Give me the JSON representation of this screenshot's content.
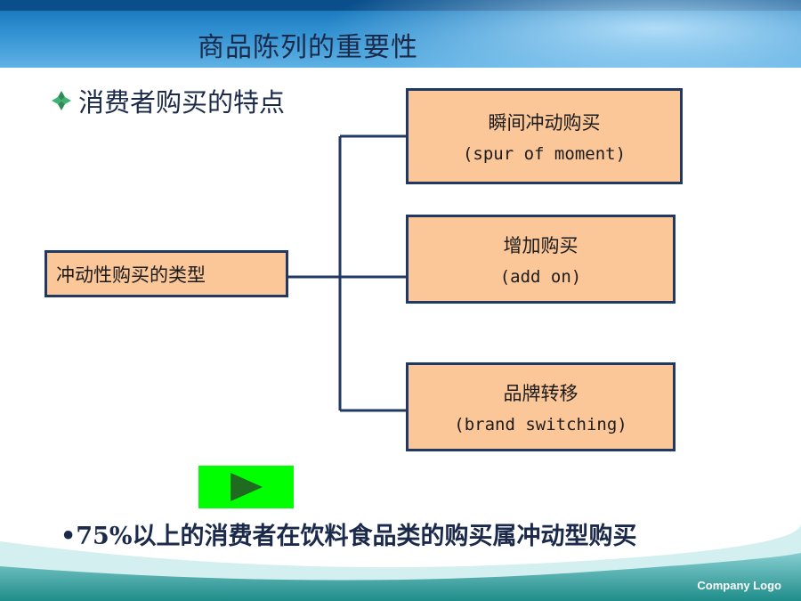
{
  "slide": {
    "title": "商品陈列的重要性",
    "heading": "消费者购买的特点",
    "footnote": "•75%以上的消费者在饮料食品类的购买属冲动型购买",
    "logo": "Company Logo"
  },
  "diagram": {
    "root": "冲动性购买的类型",
    "branches": [
      {
        "zh": "瞬间冲动购买",
        "en": "(spur of moment)"
      },
      {
        "zh": "增加购买",
        "en": "(add on)"
      },
      {
        "zh": "品牌转移",
        "en": "(brand switching)"
      }
    ]
  },
  "colors": {
    "box_fill": "#fbc698",
    "box_border": "#1f3864",
    "connector": "#1f3864",
    "play_button": "#00ff00",
    "banner": "#2f8fd0",
    "footer": "#2a9d9a"
  },
  "icons": {
    "heading_bullet": "diamond-bullet-icon",
    "play": "play-icon"
  }
}
